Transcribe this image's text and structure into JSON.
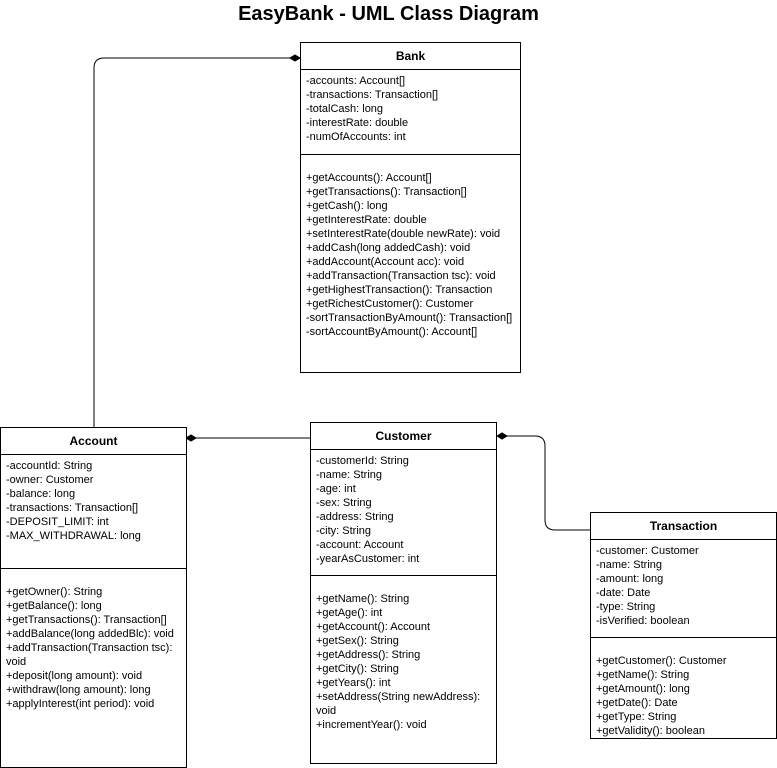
{
  "title": "EasyBank - UML Class Diagram",
  "classes": {
    "bank": {
      "name": "Bank",
      "attributes": [
        "-accounts: Account[]",
        "-transactions: Transaction[]",
        "-totalCash: long",
        "-interestRate: double",
        "-numOfAccounts: int"
      ],
      "methods": [
        "+getAccounts(): Account[]",
        "+getTransactions(): Transaction[]",
        "+getCash(): long",
        "+getInterestRate: double",
        "+setInterestRate(double newRate): void",
        "+addCash(long addedCash): void",
        "+addAccount(Account acc): void",
        "+addTransaction(Transaction tsc): void",
        "+getHighestTransaction(): Transaction",
        "+getRichestCustomer(): Customer",
        "-sortTransactionByAmount(): Transaction[]",
        "-sortAccountByAmount(): Account[]"
      ]
    },
    "account": {
      "name": "Account",
      "attributes": [
        "-accountId: String",
        "-owner: Customer",
        "-balance: long",
        "-transactions: Transaction[]",
        "-DEPOSIT_LIMIT: int",
        "-MAX_WITHDRAWAL: long"
      ],
      "methods": [
        "+getOwner(): String",
        "+getBalance(): long",
        "+getTransactions(): Transaction[]",
        "+addBalance(long addedBlc): void",
        "+addTransaction(Transaction tsc): void",
        "+deposit(long amount): void",
        "+withdraw(long amount): long",
        "+applyInterest(int period): void"
      ]
    },
    "customer": {
      "name": "Customer",
      "attributes": [
        "-customerId: String",
        "-name: String",
        "-age: int",
        "-sex: String",
        "-address: String",
        "-city: String",
        "-account: Account",
        "-yearAsCustomer: int"
      ],
      "methods": [
        "+getName(): String",
        "+getAge(): int",
        "+getAccount(): Account",
        "+getSex(): String",
        "+getAddress(): String",
        "+getCity(): String",
        "+getYears(): int",
        "+setAddress(String newAddress): void",
        "+incrementYear(): void"
      ]
    },
    "transaction": {
      "name": "Transaction",
      "attributes": [
        "-customer: Customer",
        "-name: String",
        "-amount: long",
        "-date: Date",
        "-type: String",
        "-isVerified: boolean"
      ],
      "methods": [
        "+getCustomer(): Customer",
        "+getName(): String",
        "+getAmount(): long",
        "+getDate(): Date",
        "+getType: String",
        "+getValidity(): boolean"
      ]
    }
  },
  "relationships": [
    {
      "from": "Account",
      "to": "Bank",
      "type": "aggregation"
    },
    {
      "from": "Customer",
      "to": "Account",
      "type": "aggregation"
    },
    {
      "from": "Transaction",
      "to": "Customer",
      "type": "aggregation"
    }
  ]
}
